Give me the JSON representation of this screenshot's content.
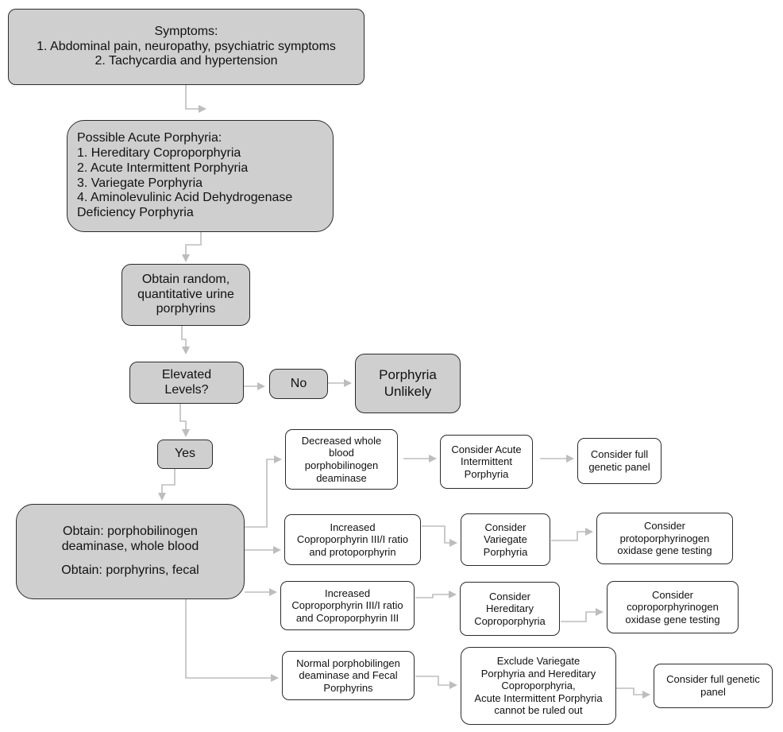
{
  "colors": {
    "gray_box": "#cfcfcf",
    "white_box": "#ffffff",
    "border": "#2b2b2b",
    "arrow": "#bdbdbd"
  },
  "symptoms": {
    "title": "Symptoms:",
    "line1": "1. Abdominal pain, neuropathy, psychiatric symptoms",
    "line2": "2. Tachycardia and hypertension"
  },
  "possible": {
    "title": "Possible Acute Porphyria:",
    "items": [
      "1. Hereditary Coproporphyria",
      "2. Acute Intermittent Porphyria",
      "3. Variegate Porphyria",
      "4. Aminolevulinic Acid Dehydrogenase",
      "Deficiency Porphyria"
    ]
  },
  "obtain_urine": {
    "lines": [
      "Obtain random,",
      "quantitative urine",
      "porphyrins"
    ]
  },
  "elevated": {
    "lines": [
      "Elevated",
      "Levels?"
    ]
  },
  "no": {
    "label": "No"
  },
  "unlikely": {
    "lines": [
      "Porphyria",
      "Unlikely"
    ]
  },
  "yes": {
    "label": "Yes"
  },
  "obtain_blood": {
    "line1": "Obtain: porphobilinogen",
    "line2": "deaminase, whole blood",
    "line3": "Obtain: porphyrins, fecal"
  },
  "row1": {
    "result": [
      "Decreased whole",
      "blood",
      "porphobilinogen",
      "deaminase"
    ],
    "consider": [
      "Consider Acute",
      "Intermittent",
      "Porphyria"
    ],
    "test": [
      "Consider full",
      "genetic panel"
    ]
  },
  "row2": {
    "result": [
      "Increased",
      "Coproporphyrin III/I ratio",
      "and protoporphyrin"
    ],
    "consider": [
      "Consider",
      "Variegate",
      "Porphyria"
    ],
    "test": [
      "Consider",
      "protoporphyrinogen",
      "oxidase gene testing"
    ]
  },
  "row3": {
    "result": [
      "Increased",
      "Coproporphyrin III/I ratio",
      "and Coproporphyrin III"
    ],
    "consider": [
      "Consider",
      "Hereditary",
      "Coproporphyria"
    ],
    "test": [
      "Consider",
      "coproporphyrinogen",
      "oxidase gene testing"
    ]
  },
  "row4": {
    "result": [
      "Normal porphobilingen",
      "deaminase and Fecal",
      "Porphyrins"
    ],
    "consider": [
      "Exclude Variegate",
      "Porphyria and Hereditary",
      "Coproporphyria,",
      "Acute Intermittent Porphyria",
      "cannot be ruled out"
    ],
    "test": [
      "Consider full genetic",
      "panel"
    ]
  }
}
